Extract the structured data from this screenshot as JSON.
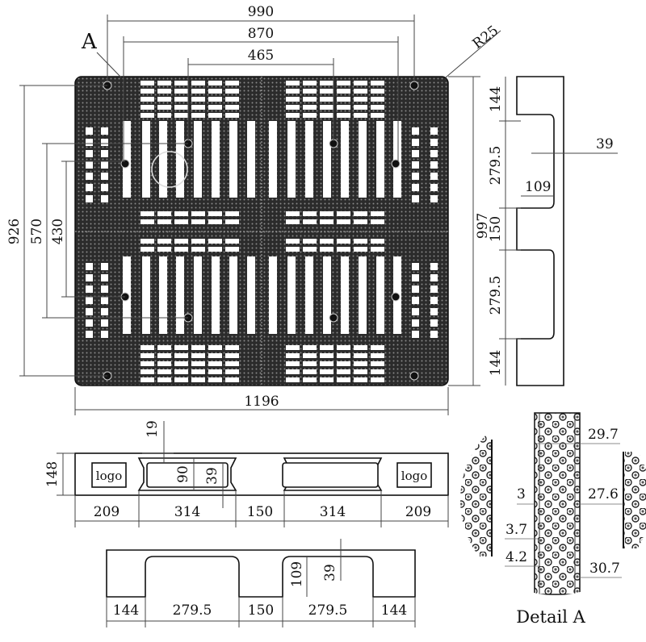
{
  "top_view": {
    "label_a": "A",
    "radius": "R25",
    "width_990": "990",
    "width_870": "870",
    "width_465": "465",
    "length": "1196",
    "height_926": "926",
    "height_570": "570",
    "height_430": "430",
    "height_997": "997"
  },
  "side_view": {
    "seg1": "144",
    "seg2": "279.5",
    "seg3": "150",
    "seg4": "279.5",
    "seg5": "144",
    "depth_39": "39",
    "depth_109": "109"
  },
  "front_view": {
    "top_19": "19",
    "height_148": "148",
    "opening_90": "90",
    "opening_39": "39",
    "logo_left": "logo",
    "logo_right": "logo",
    "seg1": "209",
    "seg2": "314",
    "seg3": "150",
    "seg4": "314",
    "seg5": "209"
  },
  "bottom_view": {
    "height_109": "109",
    "height_39": "39",
    "seg1": "144",
    "seg2": "279.5",
    "seg3": "150",
    "seg4": "279.5",
    "seg5": "144"
  },
  "detail_a": {
    "title": "Detail A",
    "d_29_7": "29.7",
    "d_3": "3",
    "d_27_6": "27.6",
    "d_3_7": "3.7",
    "d_4_2": "4.2",
    "d_30_7": "30.7"
  },
  "colors": {
    "deck": "#2b2b2b",
    "line": "#111111"
  }
}
